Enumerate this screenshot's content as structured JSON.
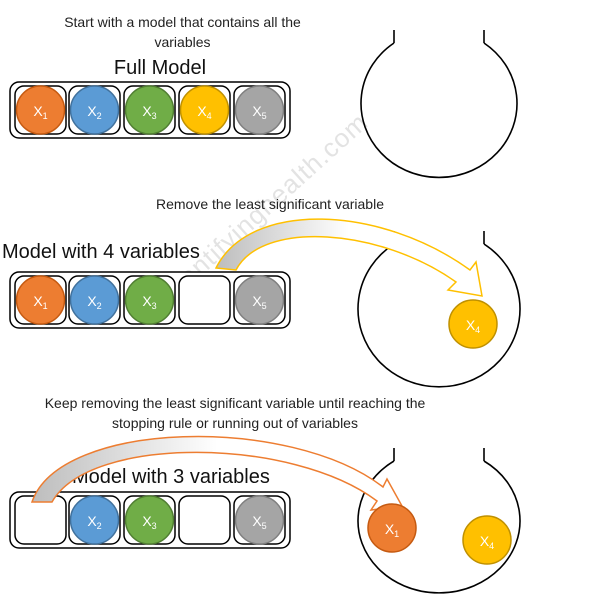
{
  "watermark": "quantifyinghealth.com",
  "sections": [
    {
      "caption": "Start with a model that contains all the variables",
      "title": "Full Model",
      "slots": [
        "x1",
        "x2",
        "x3",
        "x4",
        "x5"
      ],
      "bag": []
    },
    {
      "caption": "Remove the least significant variable",
      "title": "Model with 4 variables",
      "slots": [
        "x1",
        "x2",
        "x3",
        null,
        "x5"
      ],
      "bag": [
        "x4"
      ]
    },
    {
      "caption": "Keep removing the least significant variable until reaching the stopping rule or running out of variables",
      "title": "Model with 3 variables",
      "slots": [
        null,
        "x2",
        "x3",
        null,
        "x5"
      ],
      "bag": [
        "x1",
        "x4"
      ]
    }
  ],
  "variables": {
    "x1": {
      "name": "X",
      "sub": "1",
      "fill": "#ed7d31",
      "stroke": "#c55a11"
    },
    "x2": {
      "name": "X",
      "sub": "2",
      "fill": "#5b9bd5",
      "stroke": "#41719c"
    },
    "x3": {
      "name": "X",
      "sub": "3",
      "fill": "#70ad47",
      "stroke": "#507e32"
    },
    "x4": {
      "name": "X",
      "sub": "4",
      "fill": "#ffc000",
      "stroke": "#bf9000"
    },
    "x5": {
      "name": "X",
      "sub": "5",
      "fill": "#a5a5a5",
      "stroke": "#7f7f7f"
    }
  },
  "arrow_colors": {
    "arrow1": "#ffc000",
    "arrow2": "#ed7d31"
  }
}
